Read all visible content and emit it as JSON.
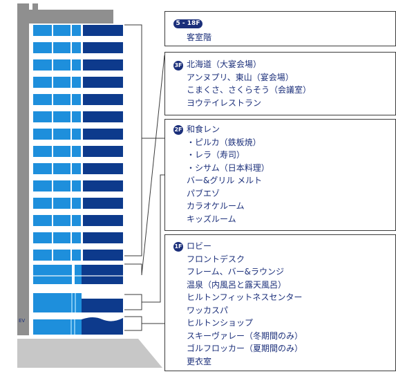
{
  "building": {
    "ev_label": "EV",
    "colors": {
      "wall": "#8f8f8f",
      "window_light": "#1e8fdc",
      "window_dark": "#0d3a8c",
      "ground": "#c7c7c7",
      "accent_text": "#1b2f7a"
    }
  },
  "sections": [
    {
      "badge": "5 - 18F",
      "badge_style": "pill",
      "lines": [
        "客室階"
      ]
    },
    {
      "badge": "3F",
      "badge_style": "circle",
      "lines": [
        "北海道（大宴会場）",
        "アンヌプリ、東山（宴会場）",
        "こまくさ、さくらそう（会議室）",
        "ヨウテイレストラン"
      ]
    },
    {
      "badge": "2F",
      "badge_style": "circle",
      "lines": [
        "和食レン",
        "・ピルカ（鉄板焼）",
        "・レラ（寿司）",
        "・シサム（日本料理）",
        "バー&グリル メルト",
        "パブエゾ",
        "カラオケルーム",
        "キッズルーム"
      ]
    },
    {
      "badge": "1F",
      "badge_style": "circle",
      "lines": [
        "ロビー",
        "フロントデスク",
        "フレーム、バー&ラウンジ",
        "温泉（内風呂と露天風呂）",
        "ヒルトンフィットネスセンター",
        "ワッカスパ",
        "ヒルトンショップ",
        "スキーヴァレー（冬期間のみ）",
        "ゴルフロッカー（夏期間のみ）",
        "更衣室"
      ]
    }
  ]
}
